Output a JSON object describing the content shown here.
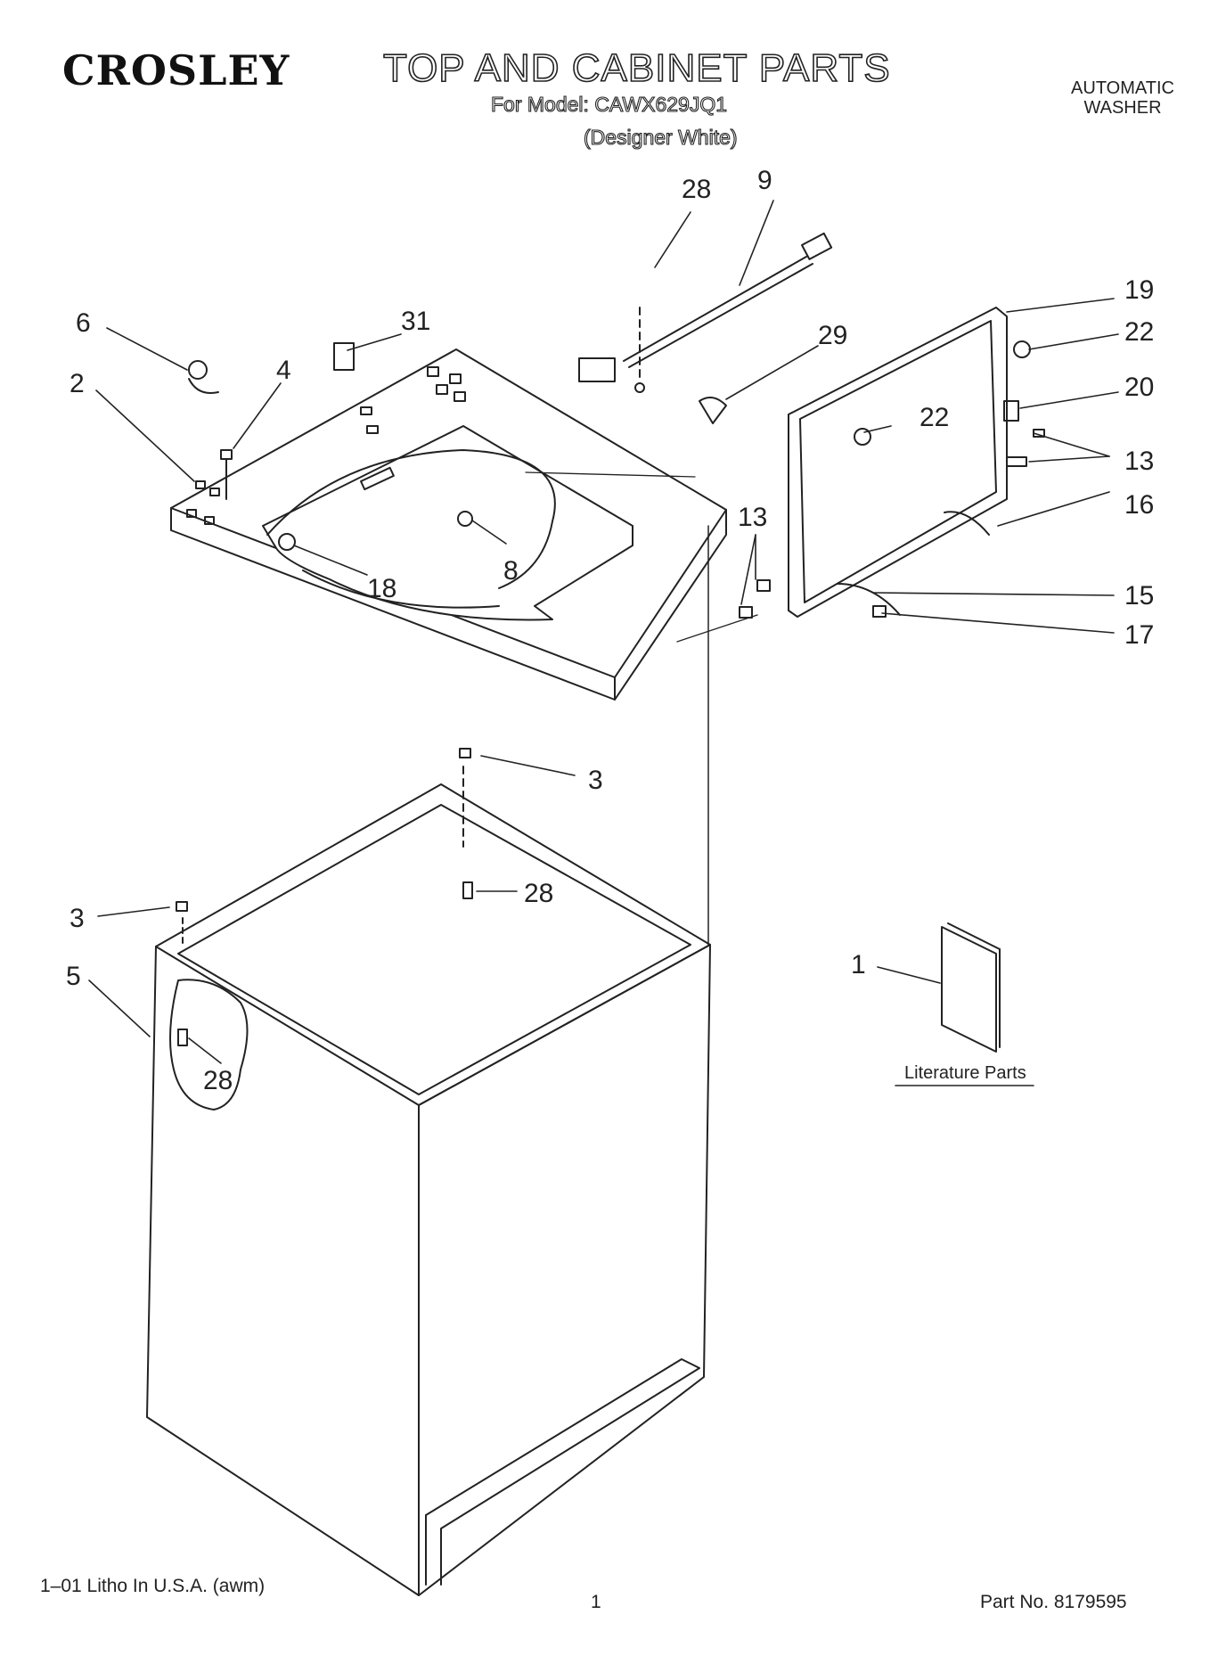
{
  "header": {
    "brand": "CROSLEY",
    "title": "TOP AND CABINET PARTS",
    "model_line": "For Model: CAWX629JQ1",
    "variant_line": "(Designer White)",
    "appliance_line1": "AUTOMATIC",
    "appliance_line2": "WASHER"
  },
  "callouts": {
    "c1": "1",
    "c2": "2",
    "c3a": "3",
    "c3b": "3",
    "c4": "4",
    "c5": "5",
    "c6": "6",
    "c8": "8",
    "c9": "9",
    "c13a": "13",
    "c13b": "13",
    "c15": "15",
    "c16": "16",
    "c17": "17",
    "c18": "18",
    "c19": "19",
    "c20": "20",
    "c22a": "22",
    "c22b": "22",
    "c28a": "28",
    "c28b": "28",
    "c28c": "28",
    "c29": "29",
    "c31": "31"
  },
  "literature": {
    "label": "Literature Parts"
  },
  "footer": {
    "print_info": "1–01 Litho In U.S.A. (awm)",
    "page_number": "1",
    "part_number": "Part No. 8179595"
  }
}
